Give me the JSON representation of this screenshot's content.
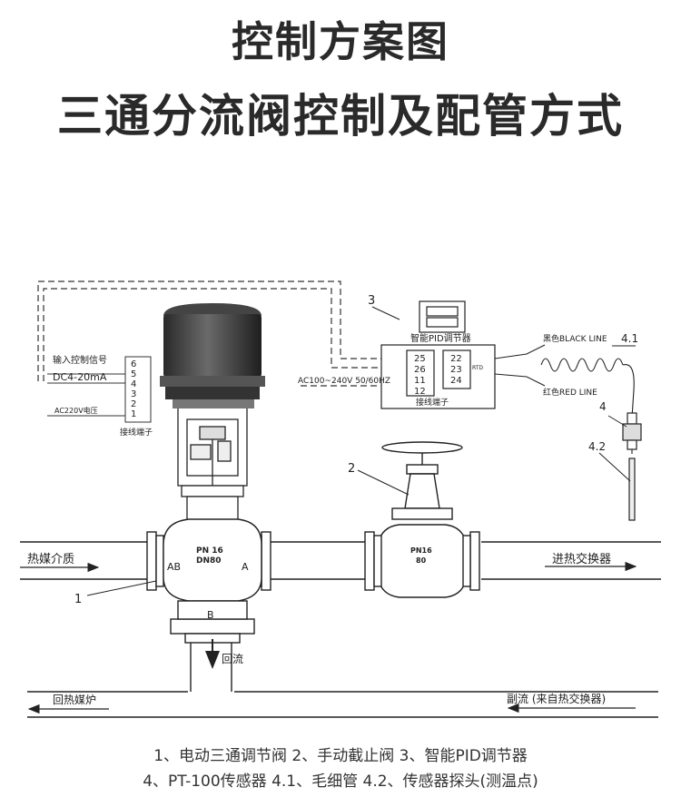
{
  "header": {
    "title_line1": "控制方案图",
    "title_line2": "三通分流阀控制及配管方式"
  },
  "labels": {
    "callout_1": "1",
    "callout_2": "2",
    "callout_3": "3",
    "callout_4": "4",
    "callout_4_1": "4.1",
    "callout_4_2": "4.2",
    "input_signal": "输入控制信号",
    "dc_signal": "DC4-20mA",
    "ac220": "AC220V电压",
    "terminal_left": "接线端子",
    "terminal_mid": "接线端子",
    "ac_supply": "AC100~240V 50/60HZ",
    "pid_label": "智能PID调节器",
    "black_line": "黑色BLACK LINE",
    "red_line": "红色RED LINE",
    "rtd": "RTD",
    "port_ab": "AB",
    "port_a": "A",
    "port_b": "B",
    "valve_pn": "PN 16",
    "valve_dn": "DN80",
    "valve2_pn": "PN16",
    "valve2_dn": "80",
    "heat_medium": "热媒介质",
    "to_exchanger": "进热交换器",
    "return_flow": "回流",
    "return_boiler": "回热媒炉",
    "side_flow": "副流 (来自热交换器)"
  },
  "terminals_left": [
    "6",
    "5",
    "4",
    "3",
    "2",
    "1"
  ],
  "terminals_mid_left": [
    "25",
    "26",
    "11",
    "12"
  ],
  "terminals_mid_right": [
    "22",
    "23",
    "24"
  ],
  "legend": {
    "line1": "1、电动三通调节阀  2、手动截止阀   3、智能PID调节器",
    "line2": "4、PT-100传感器  4.1、毛细管 4.2、传感器探头(测温点)"
  },
  "colors": {
    "line": "#222222",
    "actuator": "#3a3a3a",
    "title": "#2a2a2a"
  }
}
